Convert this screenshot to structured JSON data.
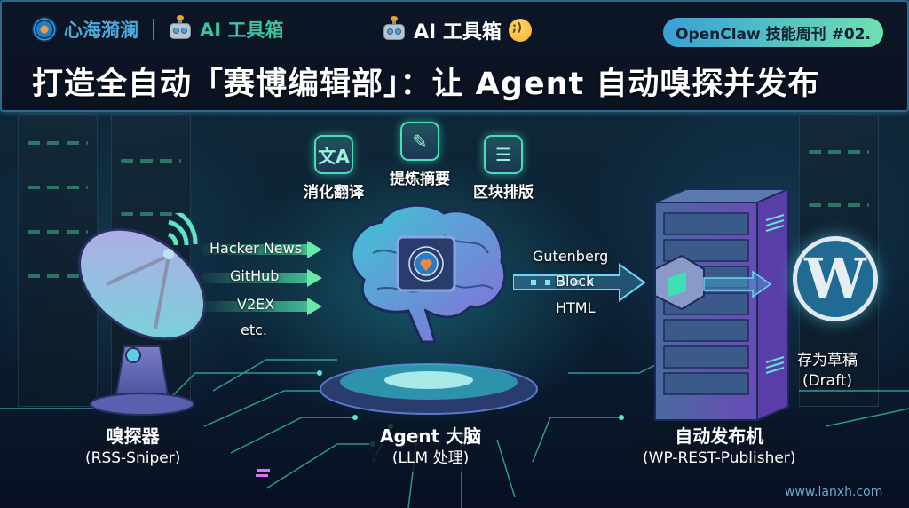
{
  "header": {
    "brand_name": "心海漪澜",
    "brand_tool": "AI 工具箱",
    "center_tag": "AI 工具箱",
    "badge": "OpenClaw 技能周刊 #02.",
    "title": "打造全自动「赛博编辑部」：让 Agent 自动嗅探并发布",
    "colors": {
      "brand": "#4fa8d8",
      "tool": "#3cc59c",
      "badge_start": "#3a9fd6",
      "badge_end": "#6fe0b0",
      "border": "#2b6c8e"
    }
  },
  "features": [
    {
      "label": "消化翻译",
      "icon": "translate-icon",
      "glyph": "文A"
    },
    {
      "label": "提炼摘要",
      "icon": "document-edit-icon",
      "glyph": "✎"
    },
    {
      "label": "区块排版",
      "icon": "layout-block-icon",
      "glyph": "☰"
    }
  ],
  "sources": [
    "Hacker News",
    "GitHub",
    "V2EX",
    "etc."
  ],
  "output_formats": [
    "Gutenberg",
    "Block",
    "HTML"
  ],
  "stages": [
    {
      "title": "嗅探器",
      "subtitle": "(RSS-Sniper)"
    },
    {
      "title": "Agent 大脑",
      "subtitle": "(LLM 处理)"
    },
    {
      "title": "自动发布机",
      "subtitle": "(WP-REST-Publisher)"
    }
  ],
  "destination": {
    "label": "存为草稿",
    "sub": "(Draft)",
    "logo": "W"
  },
  "footer": {
    "site": "www.lanxh.com"
  }
}
